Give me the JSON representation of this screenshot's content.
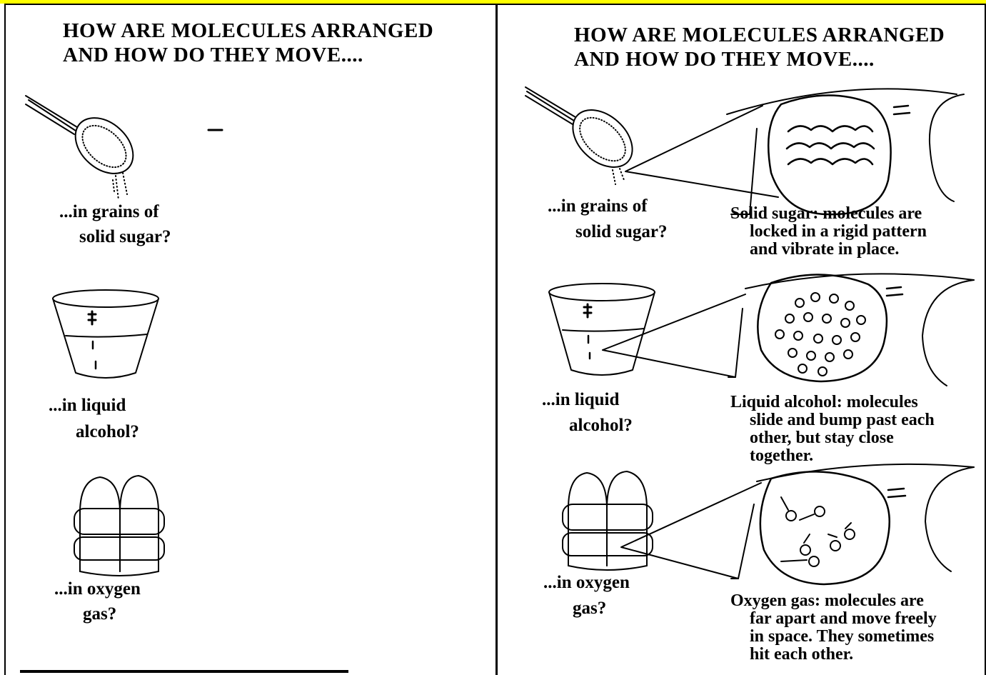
{
  "left_panel": {
    "title_line1": "HOW ARE MOLECULES ARRANGED",
    "title_line2": "AND HOW DO THEY MOVE....",
    "sugar_q1": "...in grains of",
    "sugar_q2": "solid sugar?",
    "liquid_q1": "...in liquid",
    "liquid_q2": "alcohol?",
    "gas_q1": "...in oxygen",
    "gas_q2": "gas?"
  },
  "right_panel": {
    "title_line1": "HOW ARE MOLECULES ARRANGED",
    "title_line2": "AND HOW DO THEY MOVE....",
    "sugar_q1": "...in grains of",
    "sugar_q2": "solid sugar?",
    "liquid_q1": "...in liquid",
    "liquid_q2": "alcohol?",
    "gas_q1": "...in oxygen",
    "gas_q2": "gas?",
    "solid_desc": [
      "Solid sugar:  molecules are",
      "locked in a rigid pattern",
      "and vibrate in place."
    ],
    "liquid_desc": [
      "Liquid alcohol:  molecules",
      "slide and bump past each",
      "other, but stay close",
      "together."
    ],
    "gas_desc": [
      "Oxygen gas:  molecules are",
      "far apart and move freely",
      "in space.  They sometimes",
      "hit each other."
    ]
  }
}
